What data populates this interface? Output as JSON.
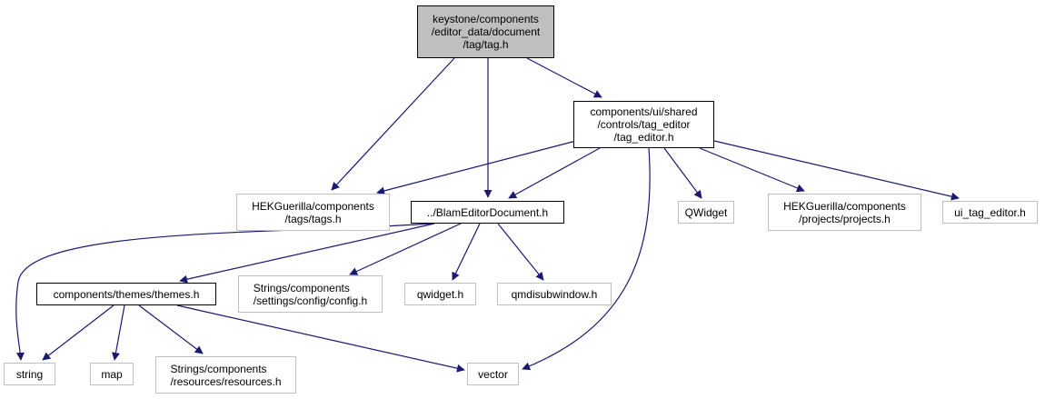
{
  "diagram": {
    "edge_color": "#191970",
    "nodes": [
      {
        "id": "tag_h",
        "label": "keystone/components\n/editor_data/document\n/tag/tag.h",
        "kind": "root"
      },
      {
        "id": "tag_editor_h",
        "label": "components/ui/shared\n/controls/tag_editor\n/tag_editor.h",
        "kind": "internal"
      },
      {
        "id": "tags_h",
        "label": "HEKGuerilla/components\n/tags/tags.h",
        "kind": "external"
      },
      {
        "id": "blam_doc_h",
        "label": "../BlamEditorDocument.h",
        "kind": "internal"
      },
      {
        "id": "qwidget_cap",
        "label": "QWidget",
        "kind": "external"
      },
      {
        "id": "projects_h",
        "label": "HEKGuerilla/components\n/projects/projects.h",
        "kind": "external"
      },
      {
        "id": "ui_tag_editor_h",
        "label": "ui_tag_editor.h",
        "kind": "external"
      },
      {
        "id": "themes_h",
        "label": "components/themes/themes.h",
        "kind": "internal"
      },
      {
        "id": "config_h",
        "label": "Strings/components\n/settings/config/config.h",
        "kind": "external"
      },
      {
        "id": "qwidget_h",
        "label": "qwidget.h",
        "kind": "external"
      },
      {
        "id": "qmdisubwindow_h",
        "label": "qmdisubwindow.h",
        "kind": "external"
      },
      {
        "id": "string",
        "label": "string",
        "kind": "external"
      },
      {
        "id": "map",
        "label": "map",
        "kind": "external"
      },
      {
        "id": "resources_h",
        "label": "Strings/components\n/resources/resources.h",
        "kind": "external"
      },
      {
        "id": "vector",
        "label": "vector",
        "kind": "external"
      }
    ],
    "edges": [
      {
        "from": "tag_h",
        "to": "tags_h"
      },
      {
        "from": "tag_h",
        "to": "blam_doc_h"
      },
      {
        "from": "tag_h",
        "to": "tag_editor_h"
      },
      {
        "from": "tag_editor_h",
        "to": "tags_h"
      },
      {
        "from": "tag_editor_h",
        "to": "blam_doc_h"
      },
      {
        "from": "tag_editor_h",
        "to": "vector"
      },
      {
        "from": "tag_editor_h",
        "to": "qwidget_cap"
      },
      {
        "from": "tag_editor_h",
        "to": "projects_h"
      },
      {
        "from": "tag_editor_h",
        "to": "ui_tag_editor_h"
      },
      {
        "from": "blam_doc_h",
        "to": "string"
      },
      {
        "from": "blam_doc_h",
        "to": "themes_h"
      },
      {
        "from": "blam_doc_h",
        "to": "config_h"
      },
      {
        "from": "blam_doc_h",
        "to": "qwidget_h"
      },
      {
        "from": "blam_doc_h",
        "to": "qmdisubwindow_h"
      },
      {
        "from": "themes_h",
        "to": "string"
      },
      {
        "from": "themes_h",
        "to": "map"
      },
      {
        "from": "themes_h",
        "to": "resources_h"
      },
      {
        "from": "themes_h",
        "to": "vector"
      }
    ]
  }
}
